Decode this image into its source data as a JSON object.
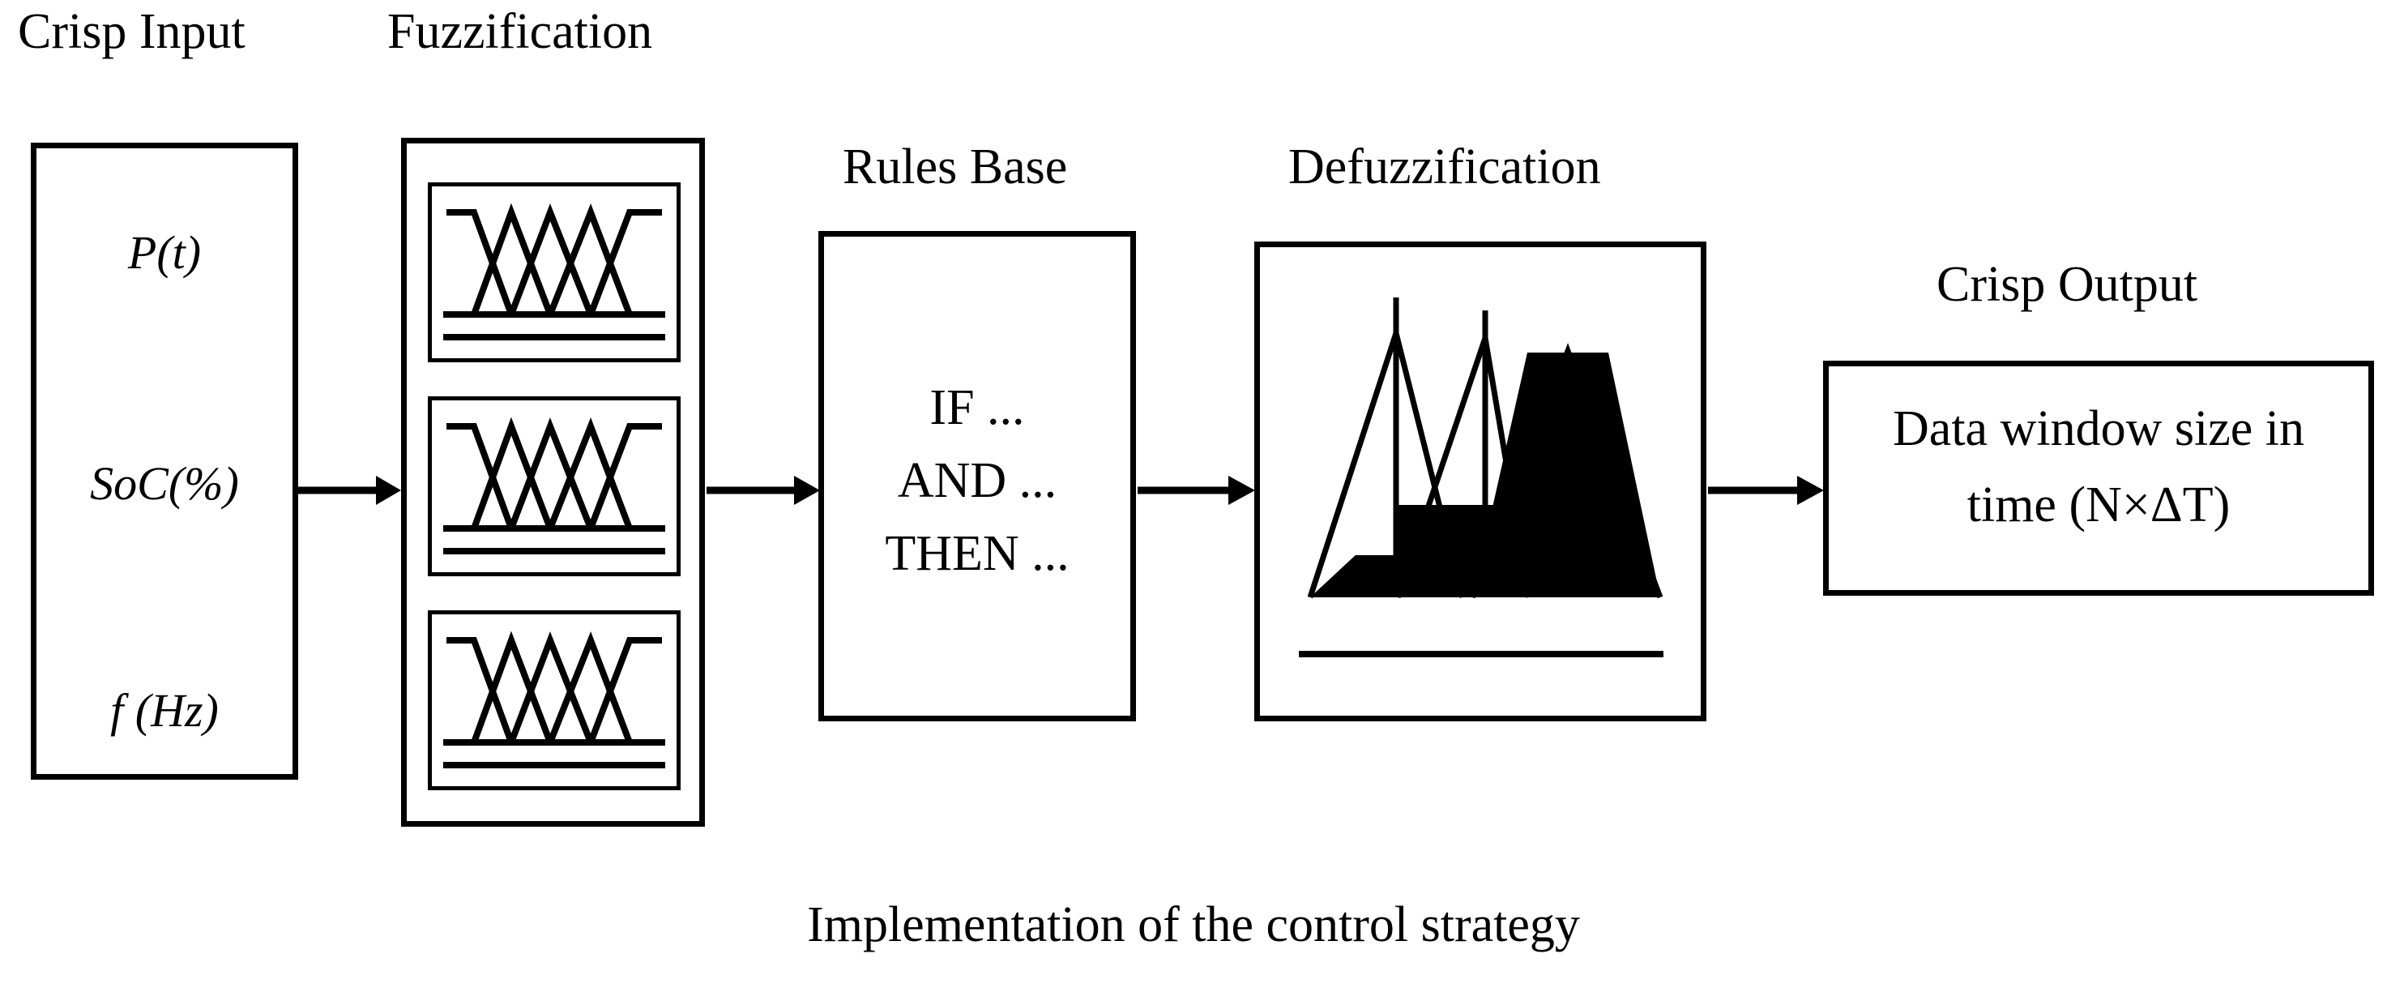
{
  "diagram": {
    "caption": "Implementation of the control strategy",
    "colors": {
      "stroke": "#000000",
      "fill": "#000000",
      "background": "#ffffff"
    },
    "headings": {
      "crisp_input": "Crisp Input",
      "fuzzification": "Fuzzification",
      "rules_base": "Rules Base",
      "defuzzification": "Defuzzification",
      "crisp_output": "Crisp Output"
    },
    "crisp_input": {
      "variables": [
        {
          "name": "P(t)",
          "base": "P",
          "paren": "(t)"
        },
        {
          "name": "SoC(%)",
          "base": "SoC",
          "paren": "(%)"
        },
        {
          "name": "f (Hz)",
          "base": "f",
          "paren": " (Hz)"
        }
      ]
    },
    "fuzzification": {
      "panel_count": 3,
      "membership_sets_per_panel": 5,
      "set_shapes": [
        "left-shoulder",
        "triangle",
        "triangle",
        "triangle",
        "right-shoulder"
      ],
      "axis_lines_per_panel": 2
    },
    "rules_base": {
      "lines": [
        "IF ...",
        "AND ...",
        "THEN ..."
      ]
    },
    "defuzzification": {
      "triangle_count": 3,
      "triangles": [
        {
          "index": 1,
          "alpha_cut": 0.28,
          "has_stem": true
        },
        {
          "index": 2,
          "alpha_cut": 0.28,
          "has_stem": true
        },
        {
          "index": 3,
          "alpha_cut": 0.62,
          "has_stem": false
        }
      ],
      "axis_lines": 1
    },
    "crisp_output": {
      "line1": "Data window size in",
      "line2": "time (N×ΔT)"
    },
    "arrows": [
      {
        "id": "input-to-fuzzification"
      },
      {
        "id": "fuzzification-to-rules"
      },
      {
        "id": "rules-to-defuzzification"
      },
      {
        "id": "defuzzification-to-output"
      }
    ]
  }
}
